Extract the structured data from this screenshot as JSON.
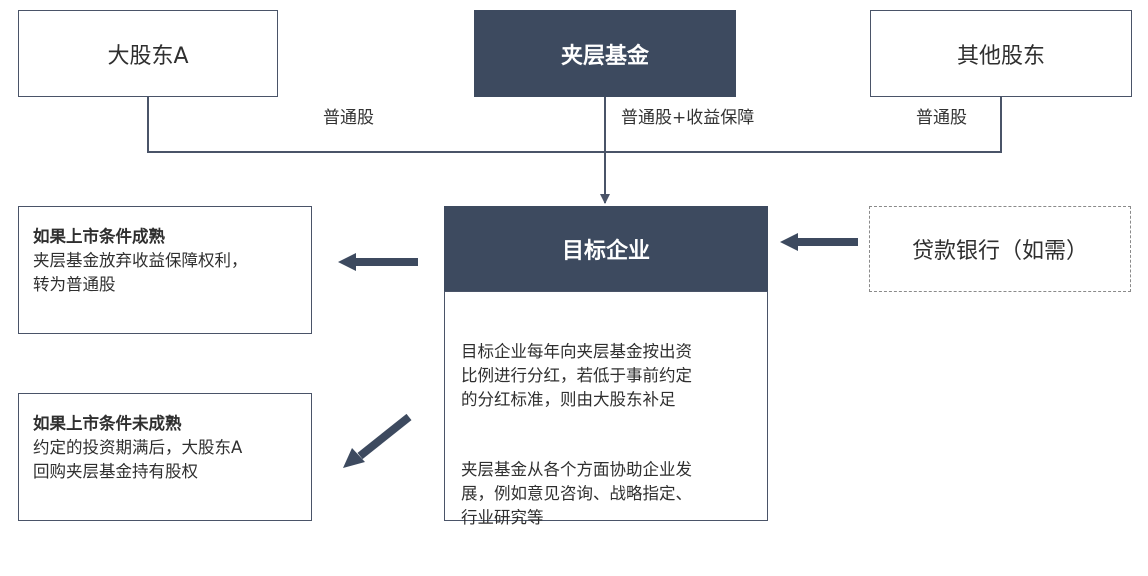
{
  "nodes": {
    "major_shareholder": "大股东A",
    "mezzanine_fund": "夹层基金",
    "other_shareholders": "其他股东",
    "target_company": "目标企业",
    "lending_bank": "贷款银行（如需）"
  },
  "edge_labels": {
    "major_to_target": "普通股",
    "fund_to_target": "普通股+收益保障",
    "other_to_target": "普通股"
  },
  "target_details": {
    "p1": "目标企业每年向夹层基金按出资\n比例进行分红，若低于事前约定\n的分红标准，则由大股东补足",
    "p2": "夹层基金从各个方面协助企业发\n展，例如意见咨询、战略指定、\n行业研究等"
  },
  "scenarios": {
    "mature": {
      "heading": "如果上市条件成熟",
      "body": "夹层基金放弃收益保障权利，\n转为普通股"
    },
    "not_mature": {
      "heading": "如果上市条件未成熟",
      "body": "约定的投资期满后，大股东A\n回购夹层基金持有股权"
    }
  },
  "colors": {
    "dark_fill": "#3d4a5f",
    "line": "#4a5468"
  }
}
